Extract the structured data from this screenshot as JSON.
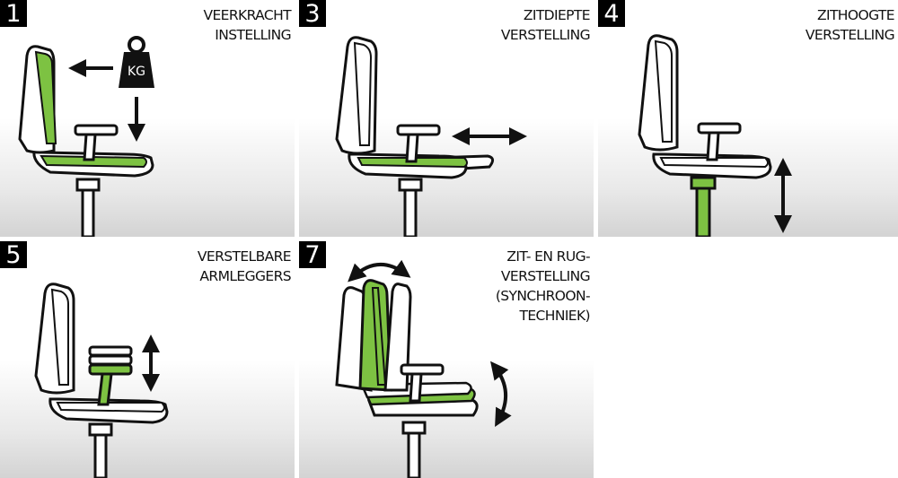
{
  "colors": {
    "accent": "#7dc242",
    "outline": "#111111",
    "background_top": "#ffffff",
    "background_bottom": "#d3d3d3"
  },
  "panels": [
    {
      "number": "1",
      "title": [
        "VEERKRACHT",
        "INSTELLING"
      ],
      "weight_label": "KG",
      "icons": [
        "weight-icon",
        "arrow-left-icon",
        "arrow-down-icon"
      ]
    },
    {
      "number": "3",
      "title": [
        "ZITDIEPTE",
        "VERSTELLING"
      ],
      "icons": [
        "arrow-horizontal-icon"
      ]
    },
    {
      "number": "4",
      "title": [
        "ZITHOOGTE",
        "VERSTELLING"
      ],
      "icons": [
        "arrow-vertical-icon"
      ]
    },
    {
      "number": "5",
      "title": [
        "VERSTELBARE",
        "ARMLEGGERS"
      ],
      "icons": [
        "arrow-vertical-icon"
      ]
    },
    {
      "number": "7",
      "title": [
        "ZIT- EN RUG-",
        "VERSTELLING",
        "(SYNCHROON-",
        "TECHNIEK)"
      ],
      "icons": [
        "curved-arrow-top-icon",
        "curved-arrow-side-icon"
      ]
    }
  ]
}
